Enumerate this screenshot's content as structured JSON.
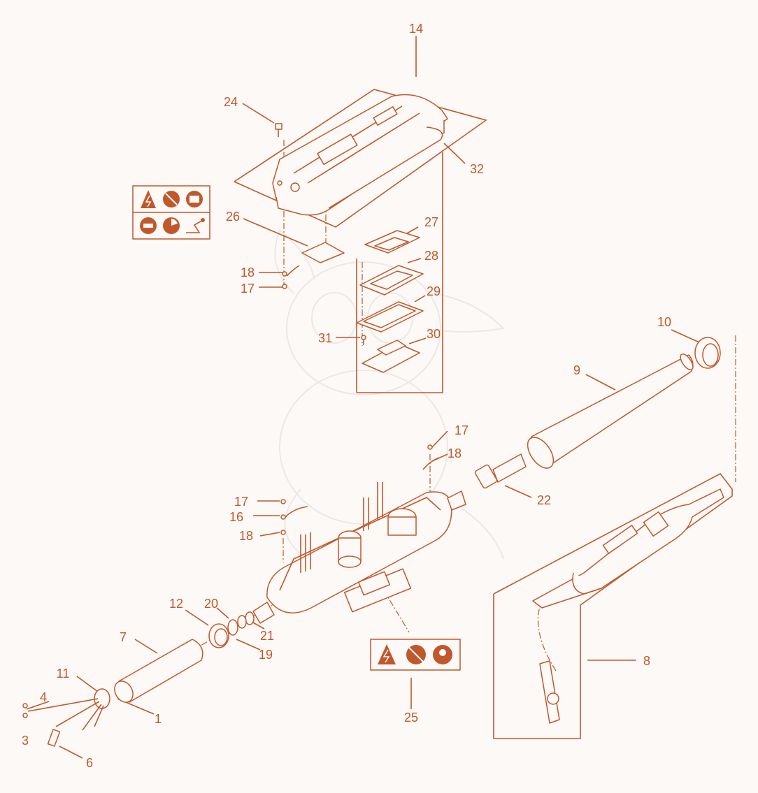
{
  "colors": {
    "accent": "#c0582c",
    "background": "#fcf9f6",
    "sticker": "#c0582c"
  },
  "labels": {
    "p1": "1",
    "p3": "3",
    "p4": "4",
    "p6": "6",
    "p7": "7",
    "p8": "8",
    "p9": "9",
    "p10": "10",
    "p11": "11",
    "p12": "12",
    "p14": "14",
    "p16": "16",
    "p17a": "17",
    "p17b": "17",
    "p17c": "17",
    "p18a": "18",
    "p18b": "18",
    "p18c": "18",
    "p19": "19",
    "p20": "20",
    "p21": "21",
    "p22": "22",
    "p24": "24",
    "p25": "25",
    "p26": "26",
    "p27": "27",
    "p28": "28",
    "p29": "29",
    "p30": "30",
    "p31": "31",
    "p32": "32"
  },
  "icons": {
    "sticker_top": [
      "electric-shock-warning-icon",
      "no-wet-conditions-icon",
      "read-manual-icon",
      "unplug-before-service-icon",
      "disc-icon",
      "welding-icon"
    ],
    "sticker_bottom": [
      "electric-shock-warning-icon",
      "no-wet-conditions-icon",
      "wear-protection-icon"
    ]
  }
}
